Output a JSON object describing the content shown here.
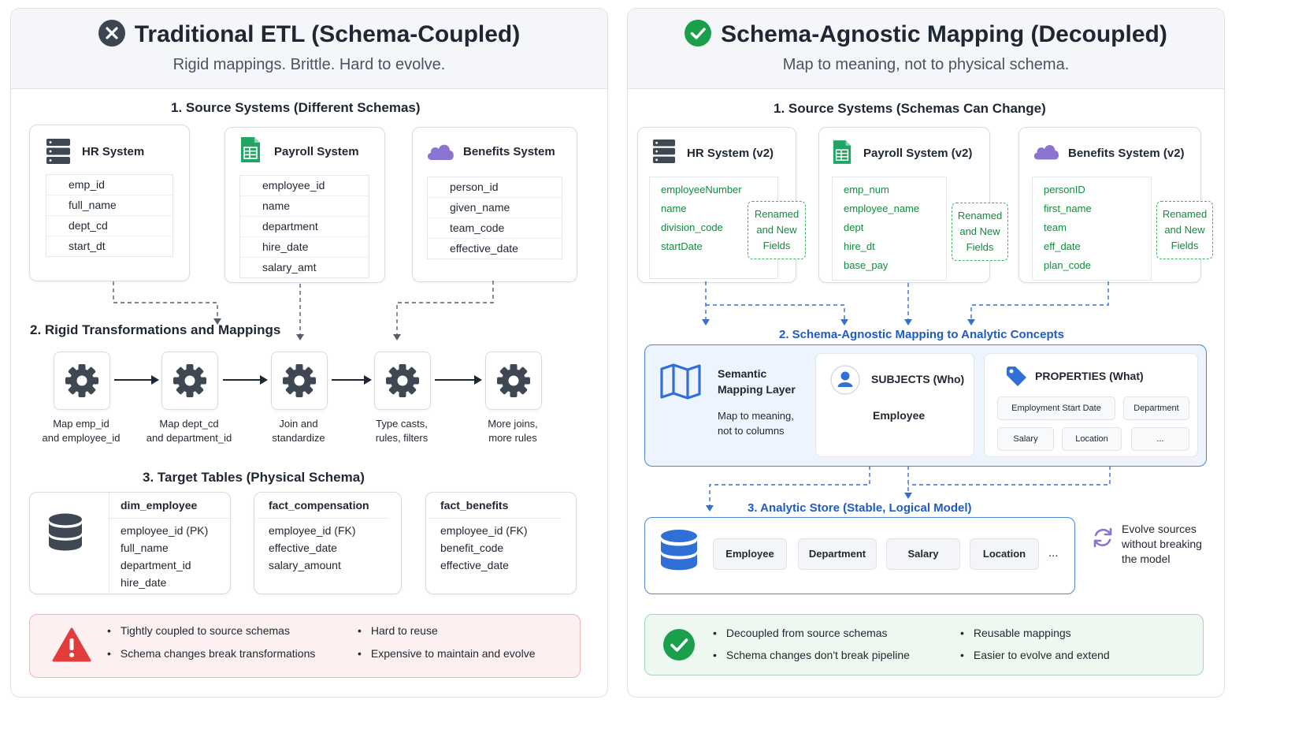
{
  "left": {
    "title": "Traditional ETL (Schema-Coupled)",
    "subtitle": "Rigid mappings. Brittle. Hard to evolve.",
    "sec1": "1. Source Systems (Different Schemas)",
    "sources": [
      {
        "title": "HR System",
        "fields": [
          "emp_id",
          "full_name",
          "dept_cd",
          "start_dt"
        ]
      },
      {
        "title": "Payroll System",
        "fields": [
          "employee_id",
          "name",
          "department",
          "hire_date",
          "salary_amt"
        ]
      },
      {
        "title": "Benefits System",
        "fields": [
          "person_id",
          "given_name",
          "team_code",
          "effective_date"
        ]
      }
    ],
    "sec2": "2. Rigid Transformations and Mappings",
    "steps": [
      {
        "l1": "Map emp_id",
        "l2": "and employee_id"
      },
      {
        "l1": "Map dept_cd",
        "l2": "and department_id"
      },
      {
        "l1": "Join and",
        "l2": "standardize"
      },
      {
        "l1": "Type casts,",
        "l2": "rules, filters"
      },
      {
        "l1": "More joins,",
        "l2": "more rules"
      }
    ],
    "sec3": "3. Target Tables (Physical Schema)",
    "targets": [
      {
        "title": "dim_employee",
        "fields": [
          "employee_id (PK)",
          "full_name",
          "department_id",
          "hire_date"
        ]
      },
      {
        "title": "fact_compensation",
        "fields": [
          "employee_id (FK)",
          "effective_date",
          "salary_amount"
        ]
      },
      {
        "title": "fact_benefits",
        "fields": [
          "employee_id (FK)",
          "benefit_code",
          "effective_date"
        ]
      }
    ],
    "cons": [
      "Tightly coupled to source schemas",
      "Schema changes break transformations",
      "Hard to reuse",
      "Expensive to maintain and evolve"
    ]
  },
  "right": {
    "title": "Schema-Agnostic Mapping (Decoupled)",
    "subtitle": "Map to meaning, not to physical schema.",
    "sec1": "1. Source Systems (Schemas Can Change)",
    "sources": [
      {
        "title": "HR System (v2)",
        "fields": [
          "employeeNumber",
          "name",
          "division_code",
          "startDate"
        ]
      },
      {
        "title": "Payroll System (v2)",
        "fields": [
          "emp_num",
          "employee_name",
          "dept",
          "hire_dt",
          "base_pay"
        ]
      },
      {
        "title": "Benefits System (v2)",
        "fields": [
          "personID",
          "first_name",
          "team",
          "eff_date",
          "plan_code"
        ]
      }
    ],
    "renamed": [
      "Renamed",
      "and New",
      "Fields"
    ],
    "sec2": "2. Schema-Agnostic Mapping to Analytic Concepts",
    "layer_title": [
      "Semantic",
      "Mapping Layer"
    ],
    "layer_desc": [
      "Map to meaning,",
      "not to columns"
    ],
    "subjects_title": "SUBJECTS (Who)",
    "subjects_value": "Employee",
    "properties_title": "PROPERTIES (What)",
    "properties": [
      "Employment Start Date",
      "Department",
      "Salary",
      "Location",
      "..."
    ],
    "sec3": "3. Analytic Store (Stable, Logical Model)",
    "store_items": [
      "Employee",
      "Department",
      "Salary",
      "Location"
    ],
    "store_more": "...",
    "evolve": [
      "Evolve sources",
      "without breaking",
      "the model"
    ],
    "pros": [
      "Decoupled from source schemas",
      "Schema changes don't break pipeline",
      "Reusable mappings",
      "Easier to evolve and extend"
    ]
  }
}
